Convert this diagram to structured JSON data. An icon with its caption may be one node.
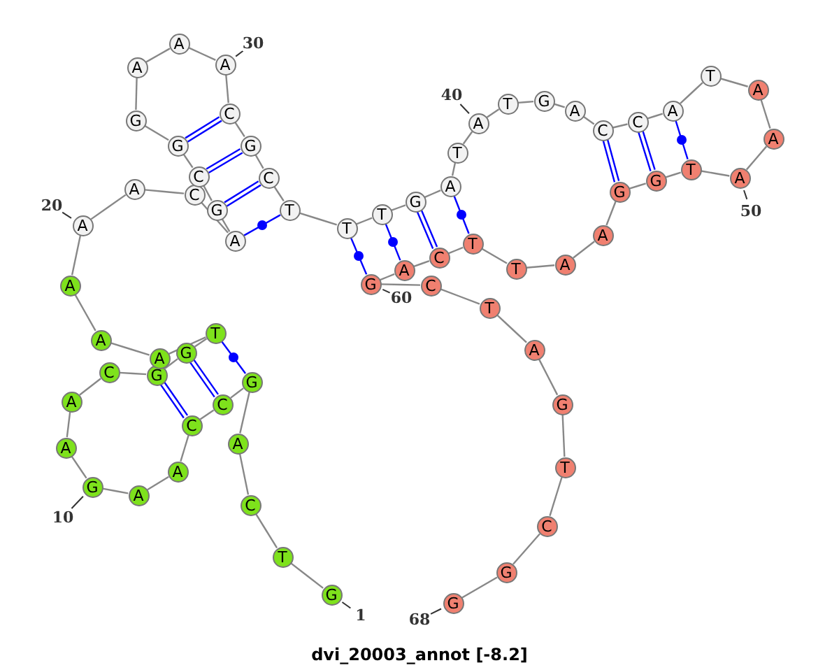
{
  "diagram": {
    "caption": "dvi_20003_annot [-8.2]",
    "nodes": [
      {
        "text": [
          "G"
        ],
        "beside": [
          "1"
        ]
      },
      {
        "text": [
          "T"
        ]
      },
      {
        "text": [
          "C"
        ]
      },
      {
        "text": [
          "A"
        ]
      },
      {
        "text": [
          "G"
        ]
      },
      {
        "text": [
          "C"
        ]
      },
      {
        "text": [
          "C"
        ]
      },
      {
        "text": [
          "A"
        ]
      },
      {
        "text": [
          "A"
        ]
      },
      {
        "text": [
          "G"
        ],
        "beside": [
          "10"
        ]
      },
      {
        "text": [
          "A"
        ]
      },
      {
        "text": [
          "A"
        ]
      },
      {
        "text": [
          "C"
        ]
      },
      {
        "text": [
          "G"
        ]
      },
      {
        "text": [
          "G"
        ]
      },
      {
        "text": [
          "T"
        ]
      },
      {
        "text": [
          "A"
        ]
      },
      {
        "text": [
          "A"
        ]
      },
      {
        "text": [
          "A"
        ]
      },
      {
        "text": [
          "A"
        ],
        "beside": [
          "20"
        ]
      },
      {
        "text": [
          "A"
        ]
      },
      {
        "text": [
          "C"
        ]
      },
      {
        "text": [
          "A"
        ]
      },
      {
        "text": [
          "G"
        ]
      },
      {
        "text": [
          "C"
        ]
      },
      {
        "text": [
          "G"
        ]
      },
      {
        "text": [
          "G"
        ]
      },
      {
        "text": [
          "A"
        ]
      },
      {
        "text": [
          "A"
        ]
      },
      {
        "text": [
          "A"
        ],
        "beside": [
          "30"
        ]
      },
      {
        "text": [
          "C"
        ]
      },
      {
        "text": [
          "G"
        ]
      },
      {
        "text": [
          "C"
        ]
      },
      {
        "text": [
          "T"
        ]
      },
      {
        "text": [
          "T"
        ]
      },
      {
        "text": [
          "T"
        ]
      },
      {
        "text": [
          "G"
        ]
      },
      {
        "text": [
          "A"
        ]
      },
      {
        "text": [
          "T"
        ]
      },
      {
        "text": [
          "A"
        ],
        "beside": [
          "40"
        ]
      },
      {
        "text": [
          "T"
        ]
      },
      {
        "text": [
          "G"
        ]
      },
      {
        "text": [
          "A"
        ]
      },
      {
        "text": [
          "C"
        ]
      },
      {
        "text": [
          "C"
        ]
      },
      {
        "text": [
          "A"
        ]
      },
      {
        "text": [
          "T"
        ]
      },
      {
        "text": [
          "A"
        ]
      },
      {
        "text": [
          "A"
        ]
      },
      {
        "text": [
          "A"
        ],
        "beside": [
          "50"
        ]
      },
      {
        "text": [
          "T"
        ]
      },
      {
        "text": [
          "G"
        ]
      },
      {
        "text": [
          "G"
        ]
      },
      {
        "text": [
          "A"
        ]
      },
      {
        "text": [
          "A"
        ]
      },
      {
        "text": [
          "T"
        ]
      },
      {
        "text": [
          "T"
        ]
      },
      {
        "text": [
          "C"
        ]
      },
      {
        "text": [
          "A"
        ]
      },
      {
        "text": [
          "G"
        ],
        "beside": [
          "60"
        ]
      },
      {
        "text": [
          "C"
        ]
      },
      {
        "text": [
          "T"
        ]
      },
      {
        "text": [
          "A"
        ]
      },
      {
        "text": [
          "G"
        ]
      },
      {
        "text": [
          "T"
        ]
      },
      {
        "text": [
          "C"
        ]
      },
      {
        "text": [
          "G"
        ]
      },
      {
        "text": [
          "G"
        ],
        "beside": [
          "68"
        ]
      }
    ],
    "edges": [
      {
        "from": 0,
        "to": 1,
        "arrow": "none"
      },
      {
        "from": 1,
        "to": 2,
        "arrow": "none"
      },
      {
        "from": 2,
        "to": 3,
        "arrow": "none"
      },
      {
        "from": 3,
        "to": 4,
        "arrow": "none"
      },
      {
        "from": 4,
        "to": 5,
        "arrow": "none"
      },
      {
        "from": 5,
        "to": 6,
        "arrow": "none"
      },
      {
        "from": 6,
        "to": 7,
        "arrow": "none"
      },
      {
        "from": 7,
        "to": 8,
        "arrow": "none"
      },
      {
        "from": 8,
        "to": 9,
        "arrow": "none"
      },
      {
        "from": 9,
        "to": 10,
        "arrow": "none"
      },
      {
        "from": 10,
        "to": 11,
        "arrow": "none"
      },
      {
        "from": 11,
        "to": 12,
        "arrow": "none"
      },
      {
        "from": 12,
        "to": 13,
        "arrow": "none"
      },
      {
        "from": 13,
        "to": 14,
        "arrow": "none"
      },
      {
        "from": 14,
        "to": 15,
        "arrow": "none"
      },
      {
        "from": 15,
        "to": 16,
        "arrow": "none"
      },
      {
        "from": 16,
        "to": 17,
        "arrow": "none"
      },
      {
        "from": 17,
        "to": 18,
        "arrow": "none"
      },
      {
        "from": 18,
        "to": 19,
        "arrow": "none"
      },
      {
        "from": 19,
        "to": 20,
        "arrow": "none"
      },
      {
        "from": 20,
        "to": 21,
        "arrow": "none"
      },
      {
        "from": 21,
        "to": 22,
        "arrow": "none"
      },
      {
        "from": 22,
        "to": 23,
        "arrow": "none"
      },
      {
        "from": 23,
        "to": 24,
        "arrow": "none"
      },
      {
        "from": 24,
        "to": 25,
        "arrow": "none"
      },
      {
        "from": 25,
        "to": 26,
        "arrow": "none"
      },
      {
        "from": 26,
        "to": 27,
        "arrow": "none"
      },
      {
        "from": 27,
        "to": 28,
        "arrow": "none"
      },
      {
        "from": 28,
        "to": 29,
        "arrow": "none"
      },
      {
        "from": 29,
        "to": 30,
        "arrow": "none"
      },
      {
        "from": 30,
        "to": 31,
        "arrow": "none"
      },
      {
        "from": 31,
        "to": 32,
        "arrow": "none"
      },
      {
        "from": 32,
        "to": 33,
        "arrow": "none"
      },
      {
        "from": 33,
        "to": 34,
        "arrow": "none"
      },
      {
        "from": 34,
        "to": 35,
        "arrow": "none"
      },
      {
        "from": 35,
        "to": 36,
        "arrow": "none"
      },
      {
        "from": 36,
        "to": 37,
        "arrow": "none"
      },
      {
        "from": 37,
        "to": 38,
        "arrow": "none"
      },
      {
        "from": 38,
        "to": 39,
        "arrow": "none"
      },
      {
        "from": 39,
        "to": 40,
        "arrow": "none"
      },
      {
        "from": 40,
        "to": 41,
        "arrow": "none"
      },
      {
        "from": 41,
        "to": 42,
        "arrow": "none"
      },
      {
        "from": 42,
        "to": 43,
        "arrow": "none"
      },
      {
        "from": 43,
        "to": 44,
        "arrow": "none"
      },
      {
        "from": 44,
        "to": 45,
        "arrow": "none"
      },
      {
        "from": 45,
        "to": 46,
        "arrow": "none"
      },
      {
        "from": 46,
        "to": 47,
        "arrow": "none"
      },
      {
        "from": 47,
        "to": 48,
        "arrow": "none"
      },
      {
        "from": 48,
        "to": 49,
        "arrow": "none"
      },
      {
        "from": 49,
        "to": 50,
        "arrow": "none"
      },
      {
        "from": 50,
        "to": 51,
        "arrow": "none"
      },
      {
        "from": 51,
        "to": 52,
        "arrow": "none"
      },
      {
        "from": 52,
        "to": 53,
        "arrow": "none"
      },
      {
        "from": 53,
        "to": 54,
        "arrow": "none"
      },
      {
        "from": 54,
        "to": 55,
        "arrow": "none"
      },
      {
        "from": 55,
        "to": 56,
        "arrow": "none"
      },
      {
        "from": 56,
        "to": 57,
        "arrow": "none"
      },
      {
        "from": 57,
        "to": 58,
        "arrow": "none"
      },
      {
        "from": 58,
        "to": 59,
        "arrow": "none"
      },
      {
        "from": 59,
        "to": 60,
        "arrow": "none"
      },
      {
        "from": 60,
        "to": 61,
        "arrow": "none"
      },
      {
        "from": 61,
        "to": 62,
        "arrow": "none"
      },
      {
        "from": 62,
        "to": 63,
        "arrow": "none"
      },
      {
        "from": 63,
        "to": 64,
        "arrow": "none"
      },
      {
        "from": 64,
        "to": 65,
        "arrow": "none"
      },
      {
        "from": 65,
        "to": 66,
        "arrow": "none"
      },
      {
        "from": 66,
        "to": 67,
        "arrow": "none"
      },
      {
        "from": 4,
        "to": 15,
        "arrow": "none",
        "color": "#0000ff"
      },
      {
        "from": 5,
        "to": 14,
        "arrow": "none",
        "color": "#0000ff"
      },
      {
        "from": 6,
        "to": 13,
        "arrow": "none",
        "color": "#0000ff"
      },
      {
        "from": 22,
        "to": 33,
        "arrow": "none",
        "color": "#0000ff"
      },
      {
        "from": 23,
        "to": 32,
        "arrow": "none",
        "color": "#0000ff"
      },
      {
        "from": 24,
        "to": 31,
        "arrow": "none",
        "color": "#0000ff"
      },
      {
        "from": 25,
        "to": 30,
        "arrow": "none",
        "color": "#0000ff"
      },
      {
        "from": 34,
        "to": 59,
        "arrow": "none",
        "color": "#0000ff"
      },
      {
        "from": 35,
        "to": 58,
        "arrow": "none",
        "color": "#0000ff"
      },
      {
        "from": 36,
        "to": 57,
        "arrow": "none",
        "color": "#0000ff"
      },
      {
        "from": 37,
        "to": 56,
        "arrow": "none",
        "color": "#0000ff"
      },
      {
        "from": 43,
        "to": 52,
        "arrow": "none",
        "color": "#0000ff"
      },
      {
        "from": 44,
        "to": 51,
        "arrow": "none",
        "color": "#0000ff"
      },
      {
        "from": 45,
        "to": 50,
        "arrow": "none",
        "color": "#0000ff"
      }
    ]
  }
}
